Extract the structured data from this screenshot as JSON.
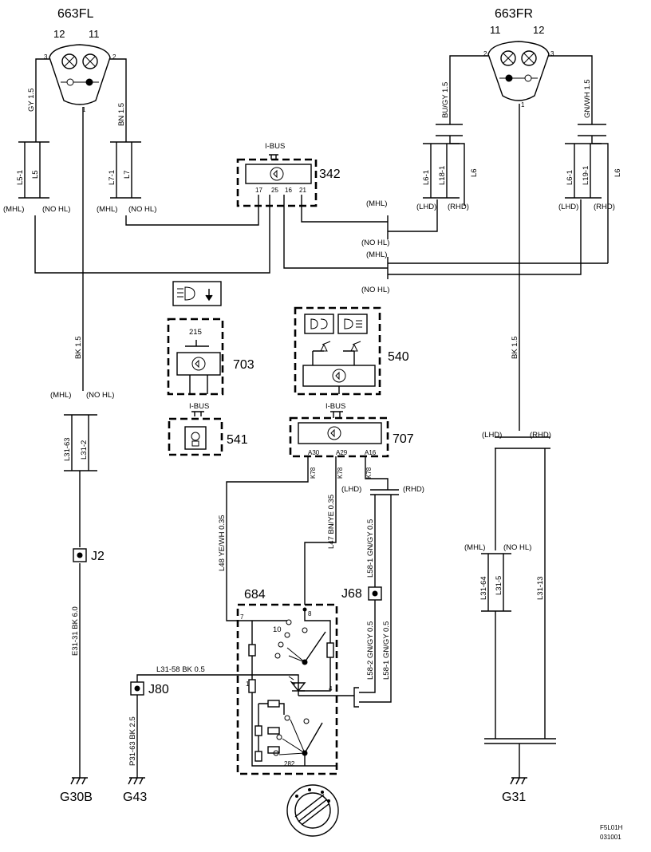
{
  "lamps": {
    "left": {
      "id": "663FL",
      "pin_a": "12",
      "pin_b": "11",
      "t3": "3",
      "t2": "2",
      "t1": "1"
    },
    "right": {
      "id": "663FR",
      "pin_a": "11",
      "pin_b": "12",
      "t2": "2",
      "t3": "3",
      "t1": "1"
    }
  },
  "wires": {
    "gy": "GY  1.5",
    "bn": "BN  1.5",
    "bugy": "BU/GY  1.5",
    "gnwh": "GN/WH  1.5",
    "l5_1": "L5-1",
    "l5": "L5",
    "l7_1": "L7-1",
    "l7": "L7",
    "l6_1a": "L6-1",
    "l18_1": "L18-1",
    "l6a": "L6",
    "l6_1b": "L6-1",
    "l19_1": "L19-1",
    "l6b": "L6",
    "bk_left": "BK  1.5",
    "l31_63": "L31-63",
    "l31_2": "L31-2",
    "e31_31": "E31-31  BK  6.0",
    "bk_right": "BK  1.5",
    "l31_64": "L31-64",
    "l31_5": "L31-5",
    "l31_13": "L31-13",
    "l48": "L48  YE/WH  0.35",
    "l47": "L47  BN/YE  0.35",
    "l58_1_top": "L58-1  GN/GY  0.5",
    "l58_2": "L58-2  GN/GY  0.5",
    "l58_1_bot": "L58-1  GN/GY  0.5",
    "l31_58": "L31-58   BK   0.5",
    "p31_63": "P31-63  BK  2.5",
    "k78_a": "K78",
    "k78_b": "K78",
    "k78_c": "K78"
  },
  "options": {
    "mhl": "(MHL)",
    "nohl": "(NO HL)",
    "lhd": "(LHD)",
    "rhd": "(RHD)"
  },
  "components": {
    "c342": {
      "id": "342",
      "bus": "I-BUS",
      "p17": "17",
      "p25": "25",
      "p16": "16",
      "p21": "21"
    },
    "c703": {
      "id": "703",
      "num": "215"
    },
    "c541": {
      "id": "541",
      "bus": "I-BUS"
    },
    "c540": {
      "id": "540"
    },
    "c707": {
      "id": "707",
      "bus": "I-BUS",
      "a30": "A30",
      "a29": "A29",
      "a16": "A16"
    },
    "c684": {
      "id": "684",
      "p7": "7",
      "p8": "8",
      "p10": "10",
      "p1": "1",
      "p4": "4",
      "p282": "282"
    }
  },
  "connectors": {
    "j2": "J2",
    "j68": "J68",
    "j80": "J80"
  },
  "grounds": {
    "g30b": "G30B",
    "g43": "G43",
    "g31": "G31"
  },
  "footer": {
    "code": "F5L01H",
    "date": "031001"
  }
}
